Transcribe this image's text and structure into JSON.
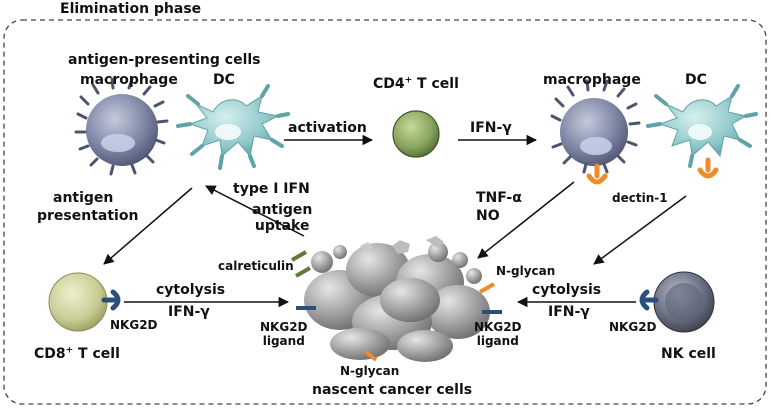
{
  "phase_title": "Elimination phase",
  "labels": {
    "apc_title": "antigen-presenting cells",
    "macrophage_left": "macrophage",
    "dc_left": "DC",
    "activation": "activation",
    "cd4_t_cell_prefix": "CD4",
    "cd4_t_cell_suffix": " T cell",
    "cd4_sup": "+",
    "ifn_gamma_top": "IFN-γ",
    "macrophage_right": "macrophage",
    "dc_right": "DC",
    "antigen": "antigen",
    "presentation": "presentation",
    "type_i_ifn": "type I IFN",
    "antigen_uptake_1": "antigen",
    "antigen_uptake_2": "uptake",
    "tnf_alpha": "TNF-α",
    "no": "NO",
    "dectin1": "dectin-1",
    "calreticulin": "calreticulin",
    "n_glycan_right": "N-glycan",
    "cytolysis_left": "cytolysis",
    "ifn_gamma_left": "IFN-γ",
    "cytolysis_right": "cytolysis",
    "ifn_gamma_right": "IFN-γ",
    "nkg2d_left": "NKG2D",
    "nkg2d_ligand_left_1": "NKG2D",
    "nkg2d_ligand_left_2": "ligand",
    "nkg2d_ligand_right_1": "NKG2D",
    "nkg2d_ligand_right_2": "ligand",
    "nkg2d_right": "NKG2D",
    "cd8_t_cell_prefix": "CD8",
    "cd8_sup": "+",
    "cd8_t_cell_suffix": " T cell",
    "n_glycan_bottom": "N-glycan",
    "nk_cell": "NK cell",
    "nascent_cancer_cells": "nascent cancer cells"
  },
  "colors": {
    "macrophage": "#7f87a6",
    "dc": "#8ec7c9",
    "cd4_t_cell": "#86a35e",
    "cd8_t_cell": "#c9cc95",
    "nk_cell": "#6b7183",
    "cancer_cells": "#9a9a9a",
    "dectin_receptor": "#f08a2a",
    "nkg2d_receptor": "#2b4f7a",
    "calreticulin_bar": "#5f7a3a",
    "n_glycan_bar": "#f08a2a",
    "arrow": "#111111",
    "border": "#444444"
  }
}
